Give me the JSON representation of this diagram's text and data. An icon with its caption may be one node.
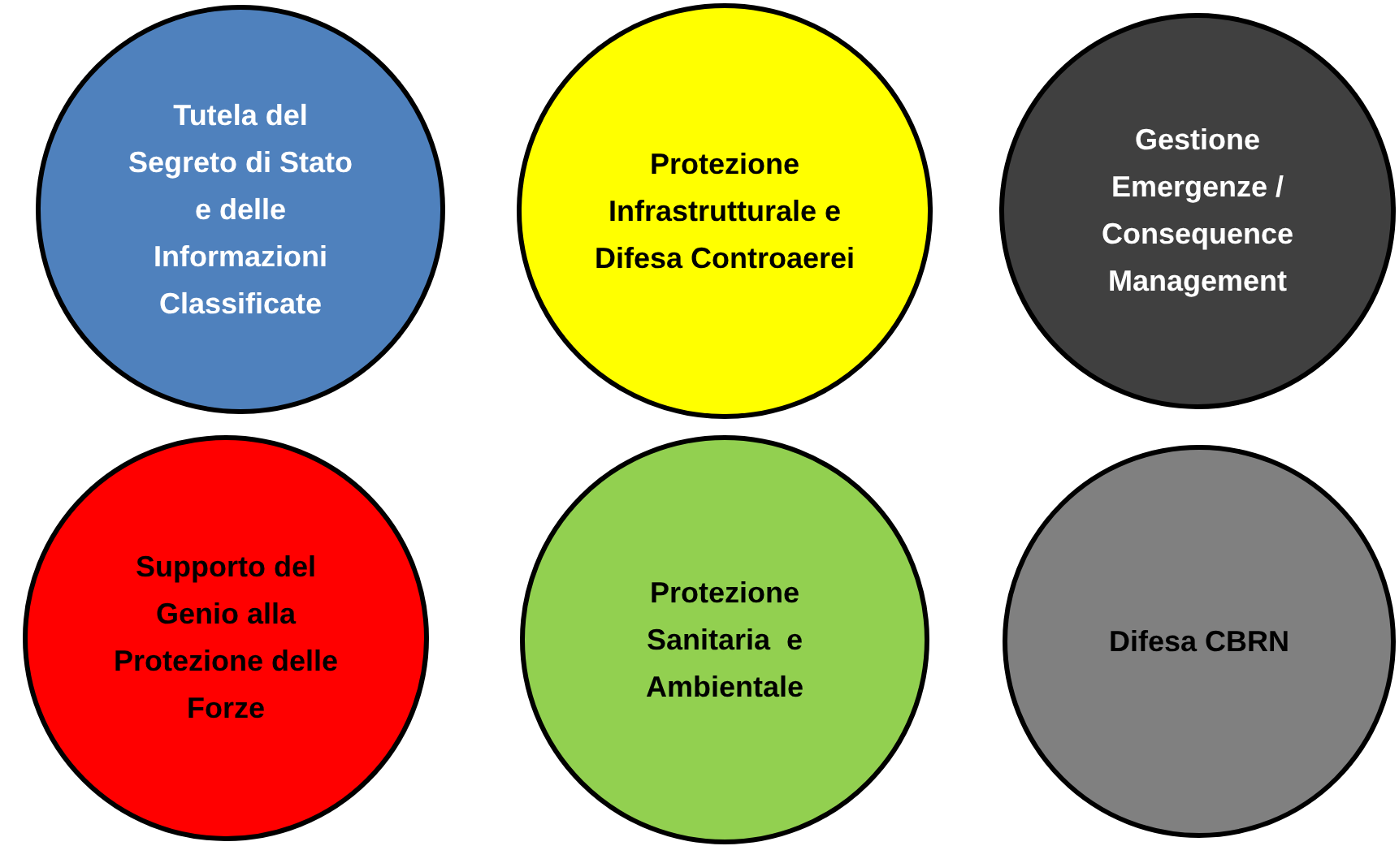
{
  "diagram": {
    "nodes": [
      {
        "text": [
          "Tutela del Segreto di Stato e delle Informazioni Classificate"
        ]
      },
      {
        "text": [
          "Protezione Infrastrutturale e Difesa Controaerei"
        ]
      },
      {
        "text": [
          "Gestione Emergenze / Consequence Management"
        ]
      },
      {
        "text": [
          "Supporto del Genio alla Protezione delle  Forze"
        ]
      },
      {
        "text": [
          "Protezione Sanitaria  e Ambientale"
        ]
      },
      {
        "text": [
          "Difesa CBRN"
        ]
      }
    ]
  }
}
